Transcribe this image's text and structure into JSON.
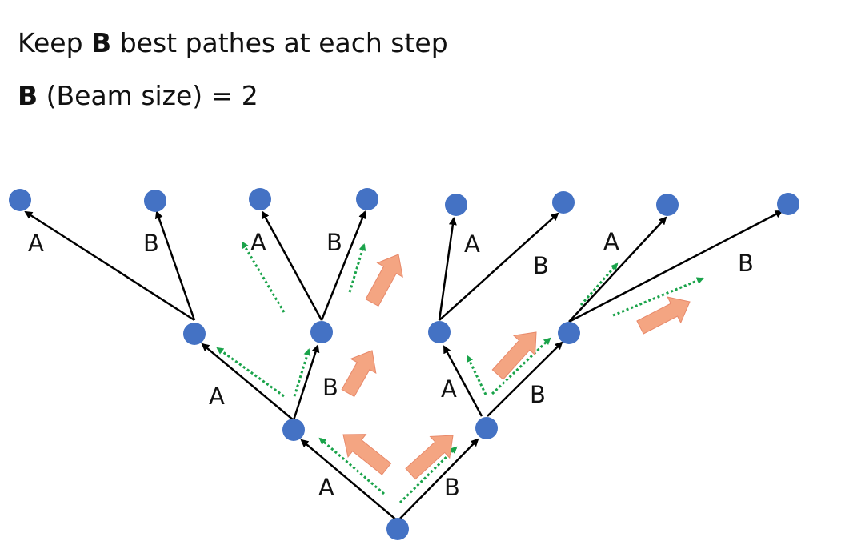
{
  "heading": {
    "line1_prefix": "Keep ",
    "line1_bold": "B",
    "line1_suffix": " best pathes at each step",
    "line2_bold": "B",
    "line2_suffix": " (Beam size) = 2"
  },
  "tree": {
    "node_color": "#4472c4",
    "edge_color": "#000000",
    "search_path_color": "#1aa34a",
    "selection_arrow_color": "#f4a582",
    "edge_labels": {
      "root_a": "A",
      "root_b": "B",
      "l1a_a": "A",
      "l1a_b": "B",
      "l1b_a": "A",
      "l1b_b": "B",
      "l2a_a": "A",
      "l2a_b": "B",
      "l2b_a": "A",
      "l2b_b": "B",
      "l2c_a": "A",
      "l2c_b": "B",
      "l2d_a": "A",
      "l2d_b": "B"
    }
  }
}
